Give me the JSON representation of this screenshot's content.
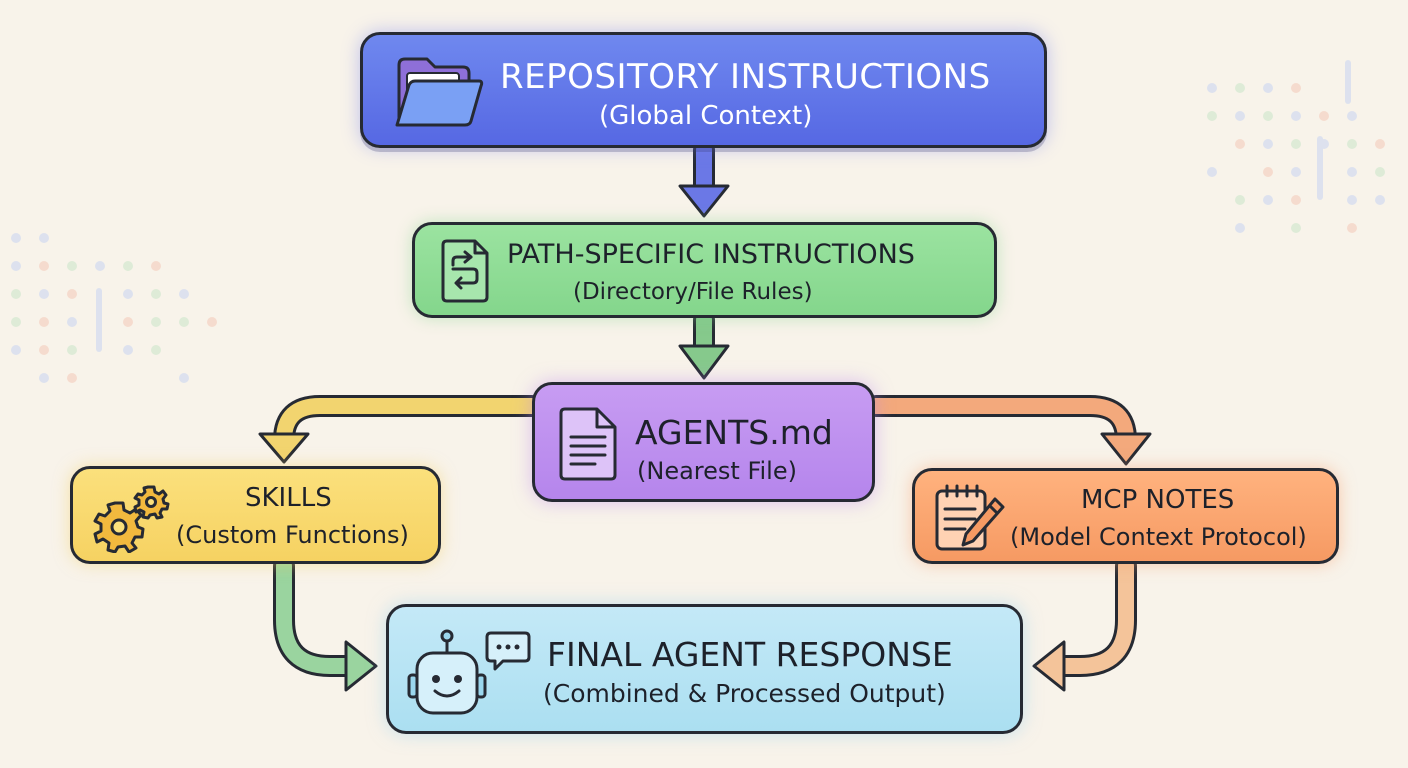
{
  "nodes": {
    "repository": {
      "title": "REPOSITORY INSTRUCTIONS",
      "subtitle": "(Global Context)"
    },
    "path_specific": {
      "title": "PATH-SPECIFIC INSTRUCTIONS",
      "subtitle": "(Directory/File Rules)"
    },
    "agents": {
      "title": "AGENTS.md",
      "subtitle": "(Nearest File)"
    },
    "skills": {
      "title": "SKILLS",
      "subtitle": "(Custom Functions)"
    },
    "mcp": {
      "title": "MCP NOTES",
      "subtitle": "(Model Context Protocol)"
    },
    "final": {
      "title": "FINAL AGENT RESPONSE",
      "subtitle": "(Combined & Processed Output)"
    }
  },
  "icons": {
    "repository": "folder-icon",
    "path_specific": "path-file-icon",
    "agents": "document-icon",
    "skills": "gears-icon",
    "mcp": "notepad-pencil-icon",
    "final": "robot-chat-icon"
  },
  "edges": [
    {
      "from": "repository",
      "to": "path_specific",
      "color": "#6b78e6"
    },
    {
      "from": "path_specific",
      "to": "agents",
      "color": "#86c98c"
    },
    {
      "from": "agents",
      "to": "skills",
      "color": "#f2d46f"
    },
    {
      "from": "agents",
      "to": "mcp",
      "color": "#f3a97c"
    },
    {
      "from": "skills",
      "to": "final",
      "color": "#9ad49f"
    },
    {
      "from": "mcp",
      "to": "final",
      "color": "#f4c49a"
    }
  ],
  "colors": {
    "background": "#f8f3ea",
    "repository": "#5d6fe6",
    "path_specific": "#8ddb94",
    "agents": "#bb8cee",
    "skills": "#f8d86a",
    "mcp": "#f8a56d",
    "final": "#b5e3f4",
    "outline": "#262a33"
  }
}
